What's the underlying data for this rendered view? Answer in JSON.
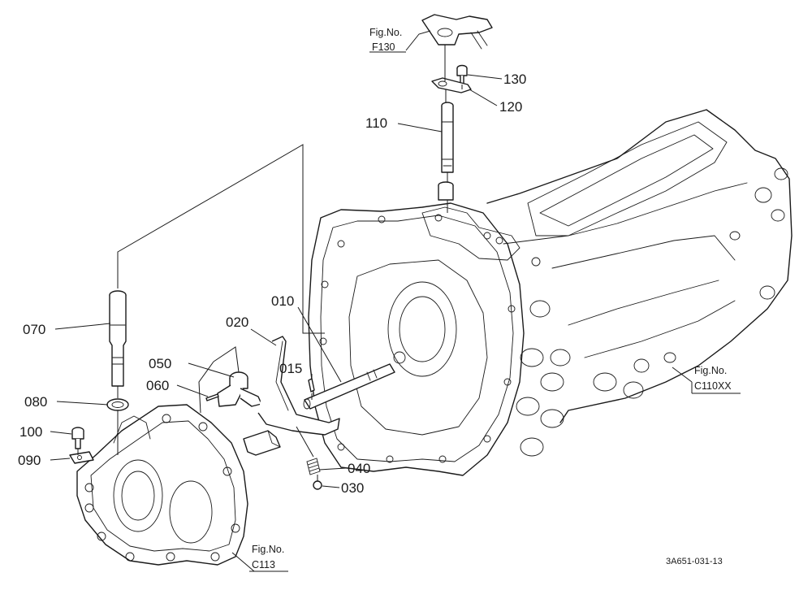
{
  "parts": {
    "p010": "010",
    "p015": "015",
    "p020": "020",
    "p030": "030",
    "p040": "040",
    "p050": "050",
    "p060": "060",
    "p070": "070",
    "p080": "080",
    "p090": "090",
    "p100": "100",
    "p110": "110",
    "p120": "120",
    "p130": "130"
  },
  "figure_refs": {
    "f130": {
      "title": "Fig.No.",
      "code": "F130"
    },
    "c110xx": {
      "title": "Fig.No.",
      "code": "C110XX"
    },
    "c113": {
      "title": "Fig.No.",
      "code": "C113"
    }
  },
  "drawing_code": "3A651-031-13"
}
